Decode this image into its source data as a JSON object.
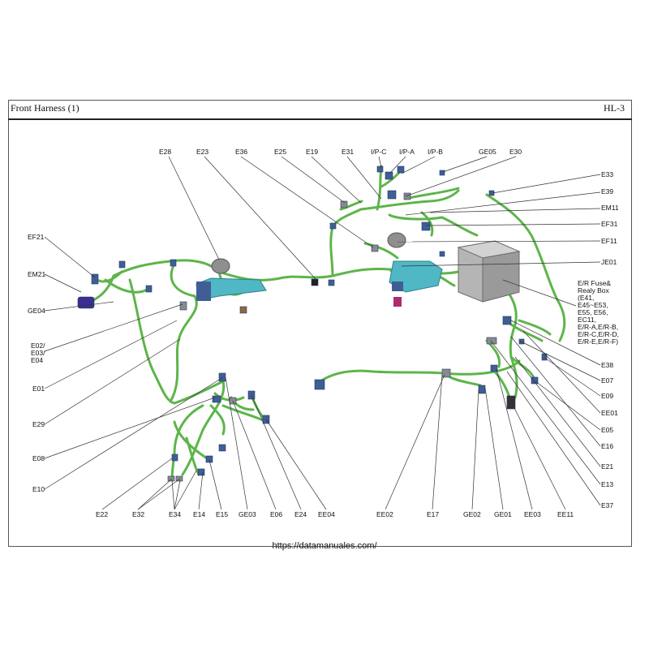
{
  "header": {
    "title": "Front Harness (1)",
    "page": "HL-3"
  },
  "footer": {
    "url": "https://datamanuales.com/"
  },
  "colors": {
    "wire": "#5db54a",
    "wire_dark": "#3c8a2f",
    "connector": "#3f5e96",
    "fusebox": "#9a9a9a",
    "jb": "#4fb8c4",
    "leader": "#333333"
  },
  "labels": {
    "E28": "E28",
    "E23": "E23",
    "E36": "E36",
    "E25": "E25",
    "E19": "E19",
    "E31": "E31",
    "IPC": "I/P-C",
    "IPA": "I/P-A",
    "IPB": "I/P-B",
    "GE05": "GE05",
    "E30": "E30",
    "E33": "E33",
    "E39": "E39",
    "EM11": "EM11",
    "EF31": "EF31",
    "EF11": "EF11",
    "JE01": "JE01",
    "ER1": "E/R Fuse&",
    "ER2": "Realy Box",
    "ER3": "(E41,",
    "ER4": "E45~E53,",
    "ER5": "E55, E56,",
    "ER6": "EC11,",
    "ER7": "E/R-A,E/R-B,",
    "ER8": "E/R-C,E/R-D,",
    "ER9": "E/R-E,E/R-F)",
    "E38": "E38",
    "E07": "E07",
    "E09": "E09",
    "EE01": "EE01",
    "E05": "E05",
    "E16": "E16",
    "E21": "E21",
    "E13": "E13",
    "E37": "E37",
    "EF21": "EF21",
    "EM21": "EM21",
    "GE04": "GE04",
    "E02a": "E02/",
    "E02b": "E03/",
    "E02c": "E04",
    "E01": "E01",
    "E29": "E29",
    "E08": "E08",
    "E10": "E10",
    "E22": "E22",
    "E32": "E32",
    "E34": "E34",
    "E14": "E14",
    "E15": "E15",
    "GE03": "GE03",
    "E06": "E06",
    "E24": "E24",
    "EE04": "EE04",
    "EE02": "EE02",
    "E17": "E17",
    "GE02": "GE02",
    "GE01": "GE01",
    "EE03": "EE03",
    "EE11": "EE11"
  }
}
